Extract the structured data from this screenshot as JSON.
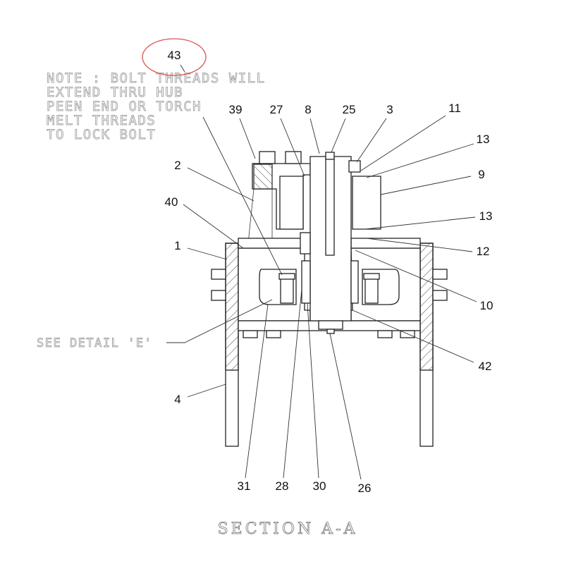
{
  "note": {
    "lines": [
      "NOTE : BOLT THREADS WILL",
      "EXTEND THRU HUB",
      "PEEN END OR TORCH",
      "MELT THREADS",
      "TO LOCK BOLT"
    ]
  },
  "highlight_callout": "43",
  "callouts": {
    "c39": "39",
    "c27": "27",
    "c8": "8",
    "c25": "25",
    "c3": "3",
    "c11": "11",
    "c13a": "13",
    "c9": "9",
    "c13b": "13",
    "c12": "12",
    "c10": "10",
    "c42": "42",
    "c2": "2",
    "c40": "40",
    "c1": "1",
    "c4": "4",
    "c31": "31",
    "c28": "28",
    "c30": "30",
    "c26": "26"
  },
  "detail_ref": "SEE DETAIL 'E'",
  "section_title": "SECTION A-A",
  "colors": {
    "highlight_circle": "#d9534f",
    "line": "#222222"
  }
}
